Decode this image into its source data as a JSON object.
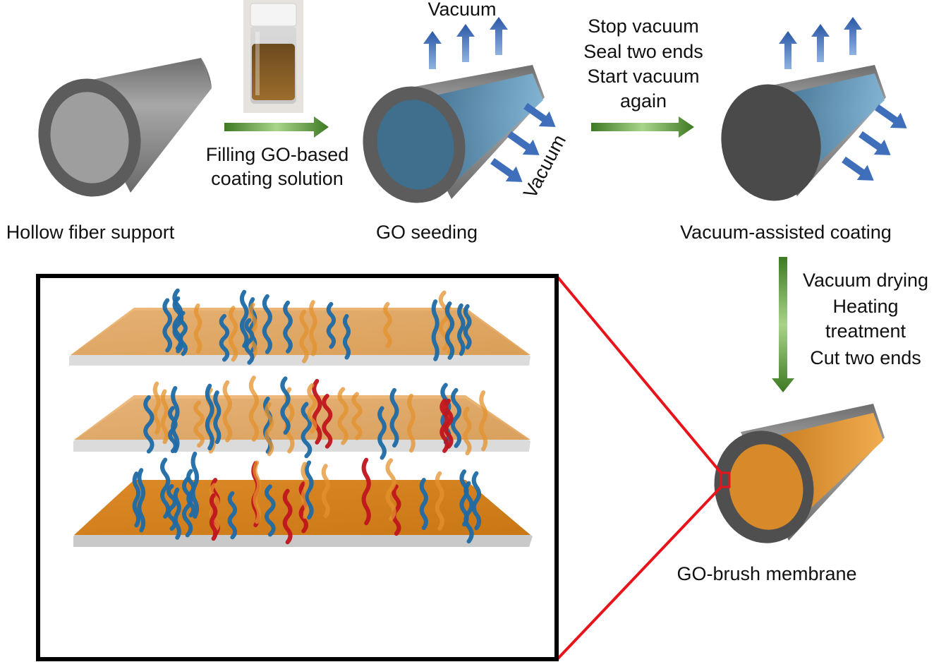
{
  "stages": {
    "support_label": "Hollow fiber support",
    "seeding_label": "GO seeding",
    "coating_label": "Vacuum-assisted coating",
    "membrane_label": "GO-brush membrane"
  },
  "steps": {
    "filling": [
      "Filling GO-based",
      "coating solution"
    ],
    "vacuum_steps": [
      "Stop vacuum",
      "Seal two ends",
      "Start vacuum",
      "again"
    ],
    "post_treatment": [
      "Vacuum drying",
      "Heating",
      "treatment",
      "Cut two ends"
    ]
  },
  "flow_labels": {
    "vacuum_top": "Vacuum",
    "vacuum_side": "Vacuum"
  },
  "colors": {
    "support_gray": "#8c8c8c",
    "ring_dark": "#5a5a5a",
    "go_blue": "#4f8fb8",
    "go_orange": "#e3922e",
    "brush_blue": "#1f6aa5",
    "brush_red": "#c0151e",
    "arrow_green": "#4d8a2a",
    "vacuum_arrow_blue": "#3566b0",
    "zoom_red": "#e8141b"
  }
}
